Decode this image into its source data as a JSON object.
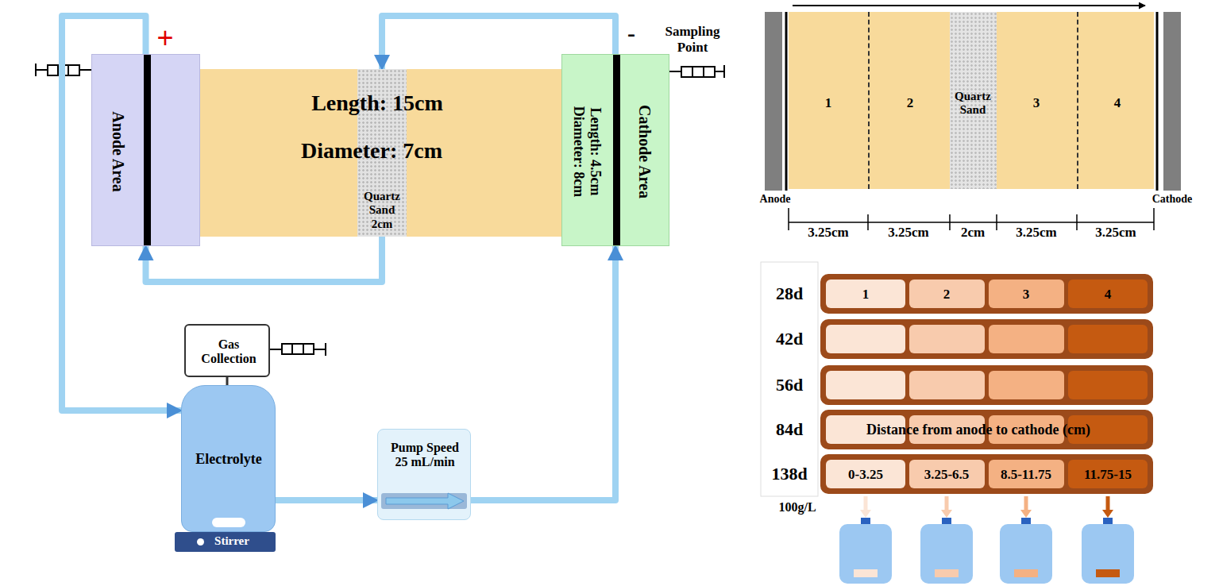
{
  "diagram": {
    "nodes": [
      {
        "text": [
          "Anode Area"
        ]
      },
      {
        "text": [
          "Length: 15cm",
          "Diameter: 7cm"
        ]
      },
      {
        "text": [
          "Quartz Sand 2cm"
        ],
        "in": 1
      },
      {
        "text": [
          "Length: 4.5cm Diameter: 8cm",
          "Cathode Area"
        ]
      },
      {
        "text": [
          "Gas Collection"
        ]
      },
      {
        "text": [
          "Electrolyte"
        ]
      },
      {
        "text": [
          "Stirrer"
        ]
      },
      {
        "text": [
          "Pump Speed 25 mL/min"
        ]
      },
      {
        "text": [
          "1"
        ]
      },
      {
        "text": [
          "2"
        ]
      },
      {
        "text": [
          "Quartz Sand"
        ]
      },
      {
        "text": [
          "3"
        ]
      },
      {
        "text": [
          "4"
        ]
      }
    ],
    "edges": [
      {
        "from": 3,
        "to": 2,
        "arrow": "to"
      },
      {
        "from": 2,
        "to": 0,
        "arrow": "to"
      },
      {
        "from": 0,
        "to": 5,
        "arrow": "to"
      },
      {
        "from": 5,
        "to": 7,
        "arrow": "to"
      },
      {
        "from": 7,
        "to": 3,
        "arrow": "to"
      },
      {
        "from": 4,
        "to": 5,
        "arrow": "none"
      }
    ],
    "labels": [
      "+",
      "-",
      "Sampling Point",
      "Anode",
      "Cathode",
      "3.25cm",
      "3.25cm",
      "2cm",
      "3.25cm",
      "3.25cm",
      "28d",
      "1",
      "2",
      "3",
      "4",
      "42d",
      "56d",
      "84d",
      "Distance from anode to cathode (cm)",
      "138d",
      "0-3.25",
      "3.25-6.5",
      "8.5-11.75",
      "11.75-15",
      "100g/L"
    ]
  }
}
